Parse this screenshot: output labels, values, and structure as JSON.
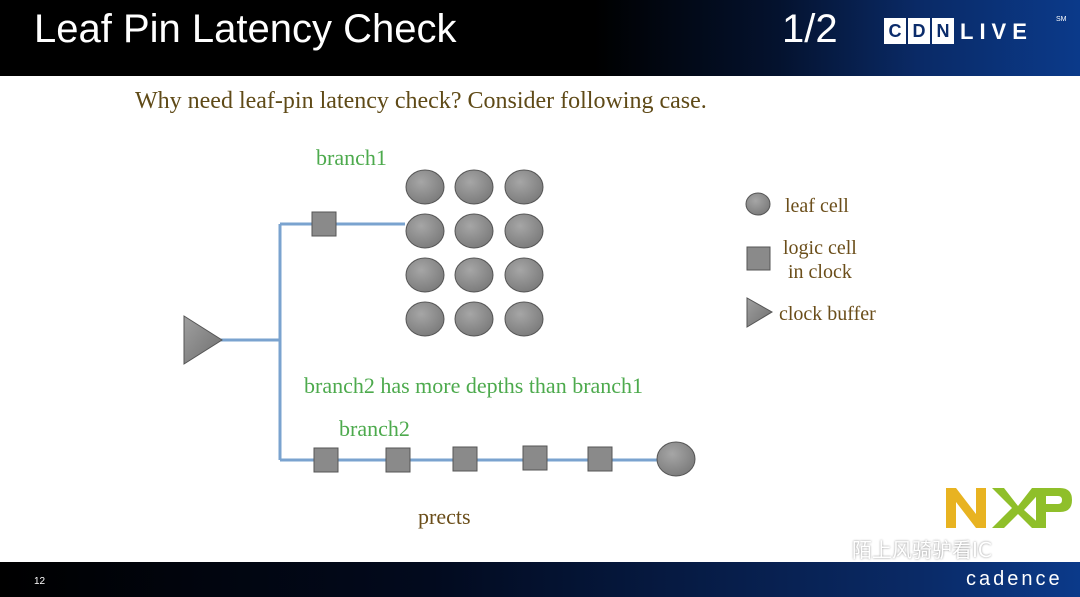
{
  "header": {
    "title": "Leaf Pin Latency Check",
    "page_indicator": "1/2",
    "logo_boxed_letters": [
      "C",
      "D",
      "N"
    ],
    "logo_plain_text": "LIVE",
    "logo_mark": "SM"
  },
  "subtitle": "Why need leaf-pin latency check? Consider following case.",
  "diagram": {
    "branch1_label": "branch1",
    "branch2_label": "branch2",
    "depth_note": "branch2 has more depths than branch1",
    "prects_label": "prects",
    "legend": {
      "leaf_cell": "leaf cell",
      "logic_cell_line1": "logic cell",
      "logic_cell_line2": "in clock",
      "clock_buffer": "clock buffer"
    },
    "branch1_leaf_grid": {
      "rows": 4,
      "cols": 3
    },
    "branch1_logic_cells": 1,
    "branch2_logic_cells": 5,
    "branch2_leaf_cells": 1
  },
  "colors": {
    "wire": "#7aa3cf",
    "cell_fill": "#8a8a8a",
    "label_green": "#4daa4d",
    "label_brown": "#6b4e1a"
  },
  "footer": {
    "slide_number": "12",
    "brand": "cadence"
  },
  "watermark": {
    "text": "陌上风骑驴看IC",
    "icon": "wechat-icon"
  }
}
